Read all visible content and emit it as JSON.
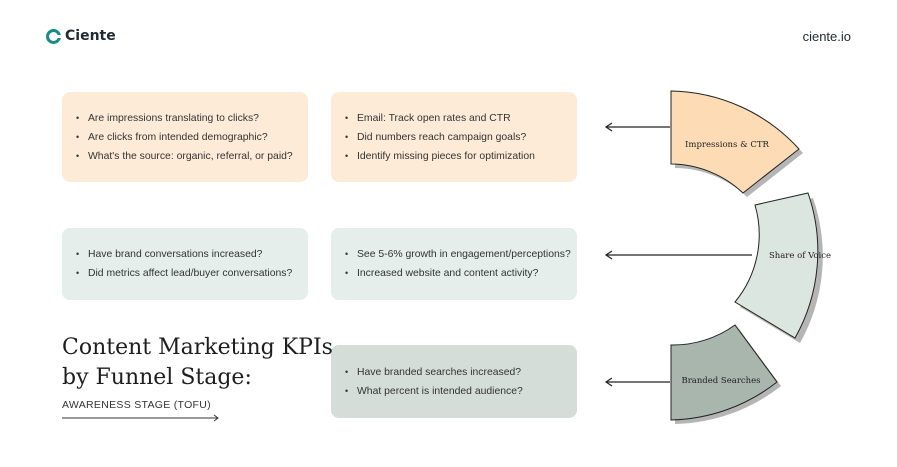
{
  "brand": {
    "logo": "Ciente",
    "site": "ciente.io"
  },
  "title": {
    "line1": "Content Marketing KPIs",
    "line2": "by Funnel Stage:",
    "subtitle": "AWARENESS STAGE (TOFU)"
  },
  "cards": [
    {
      "items": [
        "Are impressions translating to clicks?",
        "Are clicks from intended demographic?",
        "What's the source: organic, referral, or paid?"
      ]
    },
    {
      "items": [
        "Email: Track open rates and CTR",
        "Did numbers reach campaign goals?",
        "Identify missing pieces for optimization"
      ]
    },
    {
      "items": [
        "Have brand conversations increased?",
        "Did metrics affect lead/buyer conversations?"
      ]
    },
    {
      "items": [
        "See 5-6% growth in engagement/perceptions?",
        "Increased website and content activity?"
      ]
    },
    {
      "items": [
        "Have branded searches increased?",
        "What percent is intended audience?"
      ]
    }
  ],
  "segments": [
    {
      "label": "Impressions & CTR",
      "color": "#fddcb5"
    },
    {
      "label": "Share of Voice",
      "color": "#dbe6e0"
    },
    {
      "label": "Branded Searches",
      "color": "#a9b6ad"
    }
  ],
  "colors": {
    "accent": "#1a8a8a",
    "peach": "#fdebd8",
    "mint": "#e5eeea",
    "gray": "#d4ddd8"
  }
}
